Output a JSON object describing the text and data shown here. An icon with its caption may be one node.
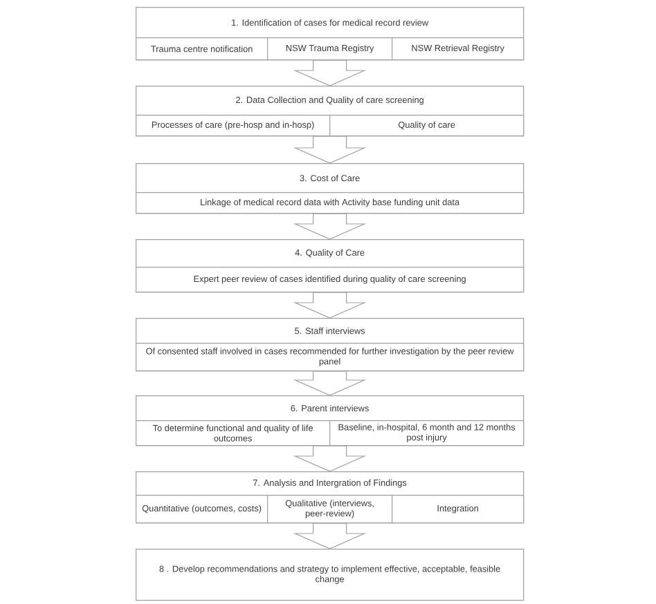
{
  "diagram": {
    "nodes": [
      {
        "text": [
          "1. Identification of cases for medical record review"
        ]
      },
      {
        "text": [
          "Trauma centre notification"
        ],
        "in": 0
      },
      {
        "text": [
          "NSW Trauma Registry"
        ],
        "in": 0
      },
      {
        "text": [
          "NSW Retrieval Registry"
        ],
        "in": 0
      },
      {
        "text": [
          "2. Data Collection and Quality of care screening"
        ]
      },
      {
        "text": [
          "Processes of care (pre-hosp and in-hosp)"
        ],
        "in": 4
      },
      {
        "text": [
          "Quality of care"
        ],
        "in": 4
      },
      {
        "text": [
          "3. Cost of Care"
        ]
      },
      {
        "text": [
          "Linkage of medical record data with Activity base funding unit data"
        ],
        "in": 7
      },
      {
        "text": [
          "4. Quality of Care"
        ]
      },
      {
        "text": [
          "Expert peer review of cases identified during quality of care screening"
        ],
        "in": 9
      },
      {
        "text": [
          "5. Staff interviews"
        ]
      },
      {
        "text": [
          "Of consented staff involved in cases recommended for further investigation by the peer review panel"
        ],
        "in": 11
      },
      {
        "text": [
          "6. Parent interviews"
        ]
      },
      {
        "text": [
          "To determine functional and quality of life outcomes"
        ],
        "in": 13
      },
      {
        "text": [
          "Baseline, in-hospital, 6 month and 12 months post injury"
        ],
        "in": 13
      },
      {
        "text": [
          "7. Analysis and Intergration of Findings"
        ]
      },
      {
        "text": [
          "Quantitative (outcomes, costs)"
        ],
        "in": 16
      },
      {
        "text": [
          "Qualitative (interviews, peer-review)"
        ],
        "in": 16
      },
      {
        "text": [
          "Integration"
        ],
        "in": 16
      },
      {
        "text": [
          "8 . Develop recommendations and  strategy to implement effective, acceptable, feasible change"
        ]
      }
    ],
    "edges": [
      {
        "from": 0,
        "to": 4,
        "arrow": "to"
      },
      {
        "from": 4,
        "to": 7,
        "arrow": "to"
      },
      {
        "from": 7,
        "to": 9,
        "arrow": "to"
      },
      {
        "from": 9,
        "to": 11,
        "arrow": "to"
      },
      {
        "from": 11,
        "to": 13,
        "arrow": "to"
      },
      {
        "from": 13,
        "to": 16,
        "arrow": "to"
      },
      {
        "from": 16,
        "to": 20,
        "arrow": "to"
      }
    ]
  }
}
